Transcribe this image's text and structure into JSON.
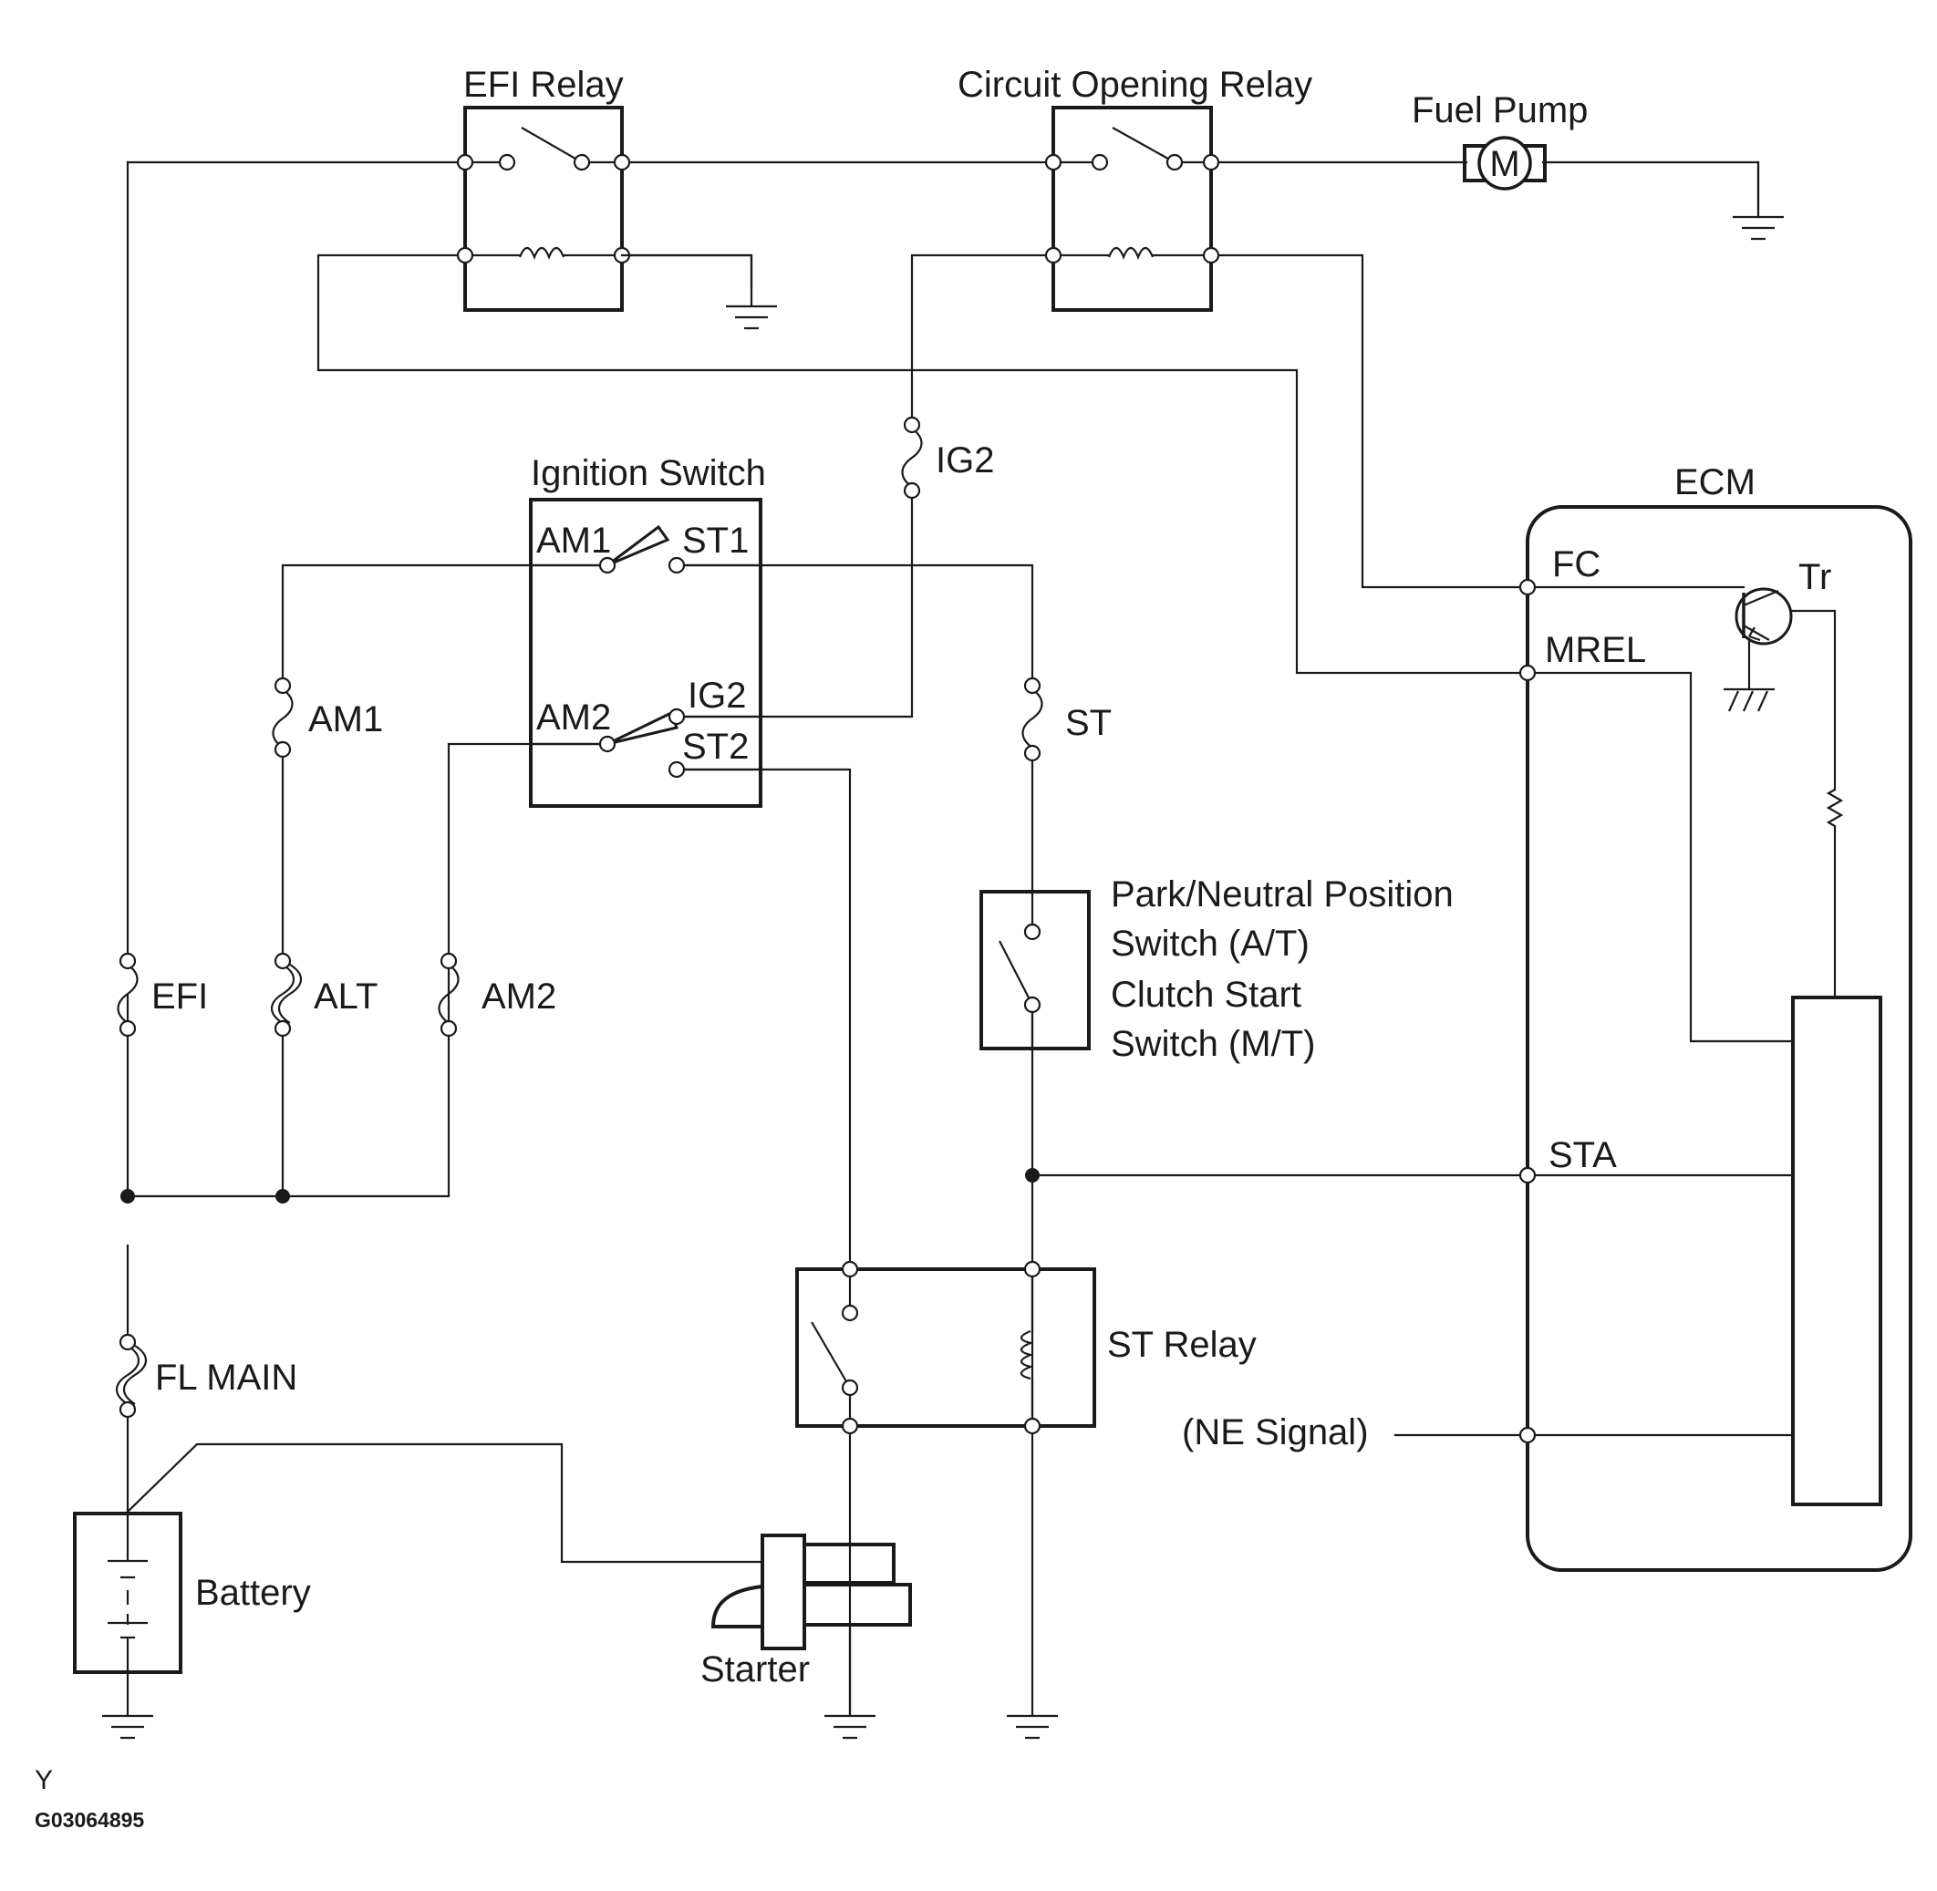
{
  "components": {
    "efi_relay": "EFI Relay",
    "circuit_opening_relay": "Circuit Opening Relay",
    "fuel_pump": "Fuel Pump",
    "fuel_pump_motor": "M",
    "ignition_switch": "Ignition Switch",
    "ecm": "ECM",
    "st_relay": "ST Relay",
    "battery": "Battery",
    "starter": "Starter",
    "pnp_switch": [
      "Park/Neutral Position",
      "Switch (A/T)",
      "Clutch Start",
      "Switch (M/T)"
    ]
  },
  "ignition_terminals": {
    "am1": "AM1",
    "st1": "ST1",
    "am2": "AM2",
    "ig2": "IG2",
    "st2": "ST2"
  },
  "fuses": {
    "ig2": "IG2",
    "am1": "AM1",
    "st": "ST",
    "efi": "EFI",
    "alt": "ALT",
    "am2": "AM2",
    "fl_main": "FL MAIN"
  },
  "ecm_terminals": {
    "fc": "FC",
    "tr": "Tr",
    "mrel": "MREL",
    "sta": "STA"
  },
  "signals": {
    "ne": "(NE Signal)"
  },
  "footer": {
    "letter": "Y",
    "code": "G03064895"
  }
}
